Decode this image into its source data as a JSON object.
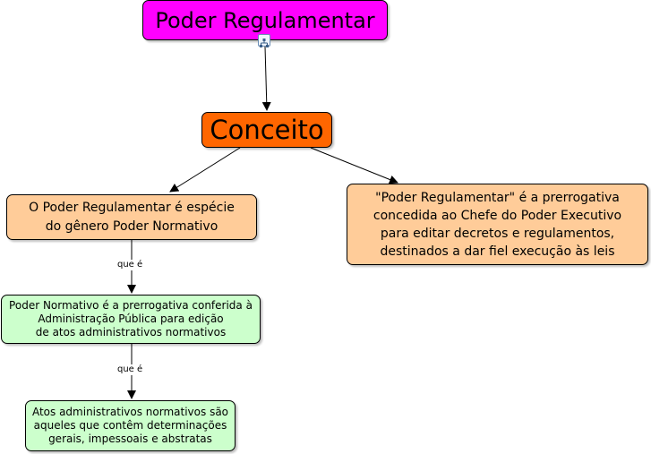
{
  "map": {
    "title": "Poder Regulamentar",
    "concept": "Conceito",
    "especie": "O Poder Regulamentar é espécie\ndo gênero Poder Normativo",
    "definicao": "\"Poder Regulamentar\" é a prerrogativa\nconcedida ao Chefe do Poder Executivo\npara editar decretos e regulamentos,\ndestinados a dar fiel execução às leis",
    "normativo": "Poder Normativo é a prerrogativa conferida à\nAdministração Pública para edição\nde atos administrativos normativos",
    "atos": "Atos administrativos normativos são\naqueles que contêm determinações\ngerais, impessoais e abstratas",
    "link_label_1": "que é",
    "link_label_2": "que é"
  },
  "icons": {
    "submap": "hierarchy-icon"
  },
  "colors": {
    "title": "#ff00ff",
    "concept": "#ff6600",
    "orange_box": "#ffcc99",
    "green_box": "#ccffcc"
  }
}
